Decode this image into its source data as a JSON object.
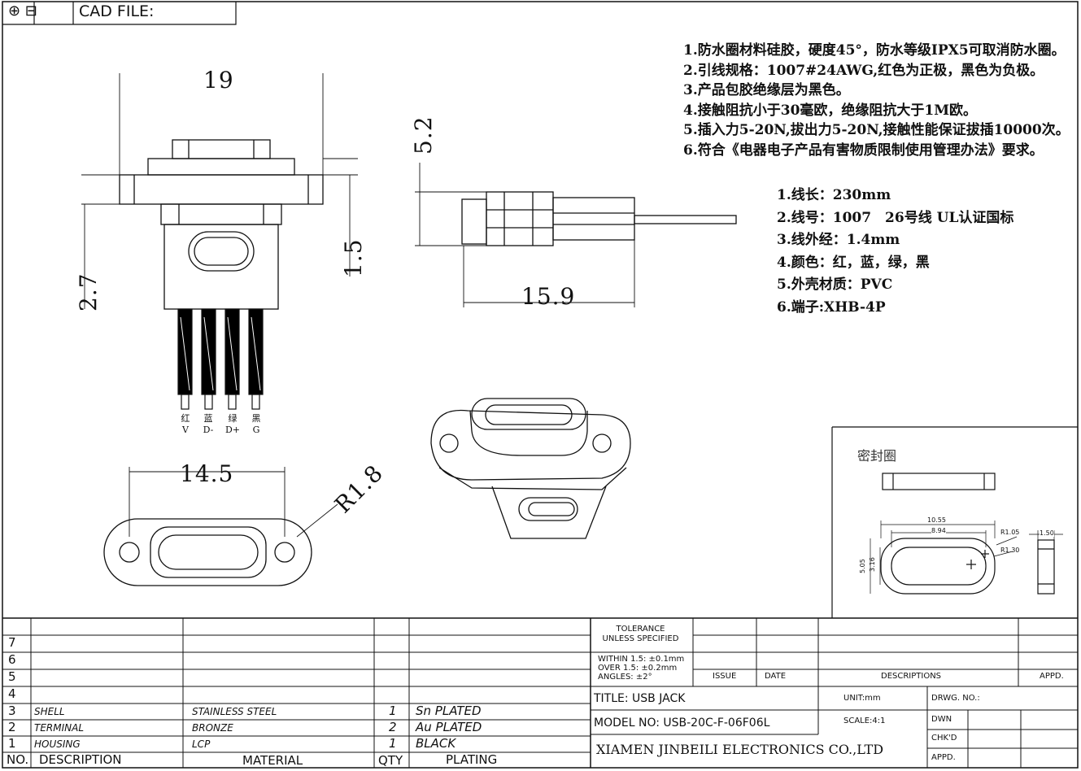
{
  "header": {
    "symbols": "⊕ ⊟",
    "cad_file_label": "CAD FILE:"
  },
  "notes_main": [
    "1.防水圈材料硅胶，硬度45°，防水等级IPX5可取消防水圈。",
    "2.引线规格：1007#24AWG,红色为正极，黑色为负极。",
    "3.产品包胶绝缘层为黑色。",
    "4.接触阻抗小于30毫欧，绝缘阻抗大于1M欧。",
    "5.插入力5-20N,拔出力5-20N,接触性能保证拔插10000次。",
    "6.符合《电器电子产品有害物质限制使用管理办法》要求。"
  ],
  "notes_wire": [
    "1.线长：230mm",
    "2.线号：1007　26号线 UL认证国标",
    "3.线外经：1.4mm",
    "4.颜色：红，蓝，绿，黑",
    "5.外壳材质：PVC",
    "6.端子:XHB-4P"
  ],
  "dimensions": {
    "width_top": "19",
    "height_left": "2.7",
    "height_right": "1.5",
    "side_height": "5.2",
    "side_length": "15.9",
    "bottom_width": "14.5",
    "radius": "R1.8"
  },
  "wire_labels": [
    {
      "color": "红",
      "signal": "V"
    },
    {
      "color": "蓝",
      "signal": "D-"
    },
    {
      "color": "绿",
      "signal": "D+"
    },
    {
      "color": "黑",
      "signal": "G"
    }
  ],
  "seal_detail": {
    "title": "密封圈",
    "dim_outer": "10.55",
    "dim_inner": "8.94",
    "r_outer": "R1.05",
    "r_inner": "R1.30",
    "h_outer": "5.05",
    "h_inner": "3.16",
    "thickness": "1.50"
  },
  "title_block": {
    "bom_rows": [
      {
        "no": "7",
        "description": "",
        "material": "",
        "qty": "",
        "plating": ""
      },
      {
        "no": "6",
        "description": "",
        "material": "",
        "qty": "",
        "plating": ""
      },
      {
        "no": "5",
        "description": "",
        "material": "",
        "qty": "",
        "plating": ""
      },
      {
        "no": "4",
        "description": "",
        "material": "",
        "qty": "",
        "plating": ""
      },
      {
        "no": "3",
        "description": "SHELL",
        "material": "STAINLESS STEEL",
        "qty": "1",
        "plating": "Sn PLATED"
      },
      {
        "no": "2",
        "description": "TERMINAL",
        "material": "BRONZE",
        "qty": "2",
        "plating": "Au PLATED"
      },
      {
        "no": "1",
        "description": "HOUSING",
        "material": "LCP",
        "qty": "1",
        "plating": "BLACK"
      }
    ],
    "headers": {
      "no": "NO.",
      "description": "DESCRIPTION",
      "material": "MATERIAL",
      "qty": "QTY",
      "plating": "PLATING"
    },
    "tolerance_title": "TOLERANCE\nUNLESS SPECIFIED",
    "tolerance_values": "WITHIN 1.5: ±0.1mm\nOVER 1.5: ±0.2mm\nANGLES: ±2°",
    "issue": "ISSUE",
    "date": "DATE",
    "descriptions": "DESCRIPTIONS",
    "appd_header": "APPD.",
    "title": "TITLE:  USB  JACK",
    "unit": "UNIT:mm",
    "drwg_no": "DRWG. NO.:",
    "model_no": "MODEL  NO: USB-20C-F-06F06L",
    "scale": "SCALE:4:1",
    "dwn": "DWN",
    "chkd": "CHK'D",
    "appd": "APPD.",
    "company": "XIAMEN JINBEILI ELECTRONICS CO.,LTD"
  }
}
